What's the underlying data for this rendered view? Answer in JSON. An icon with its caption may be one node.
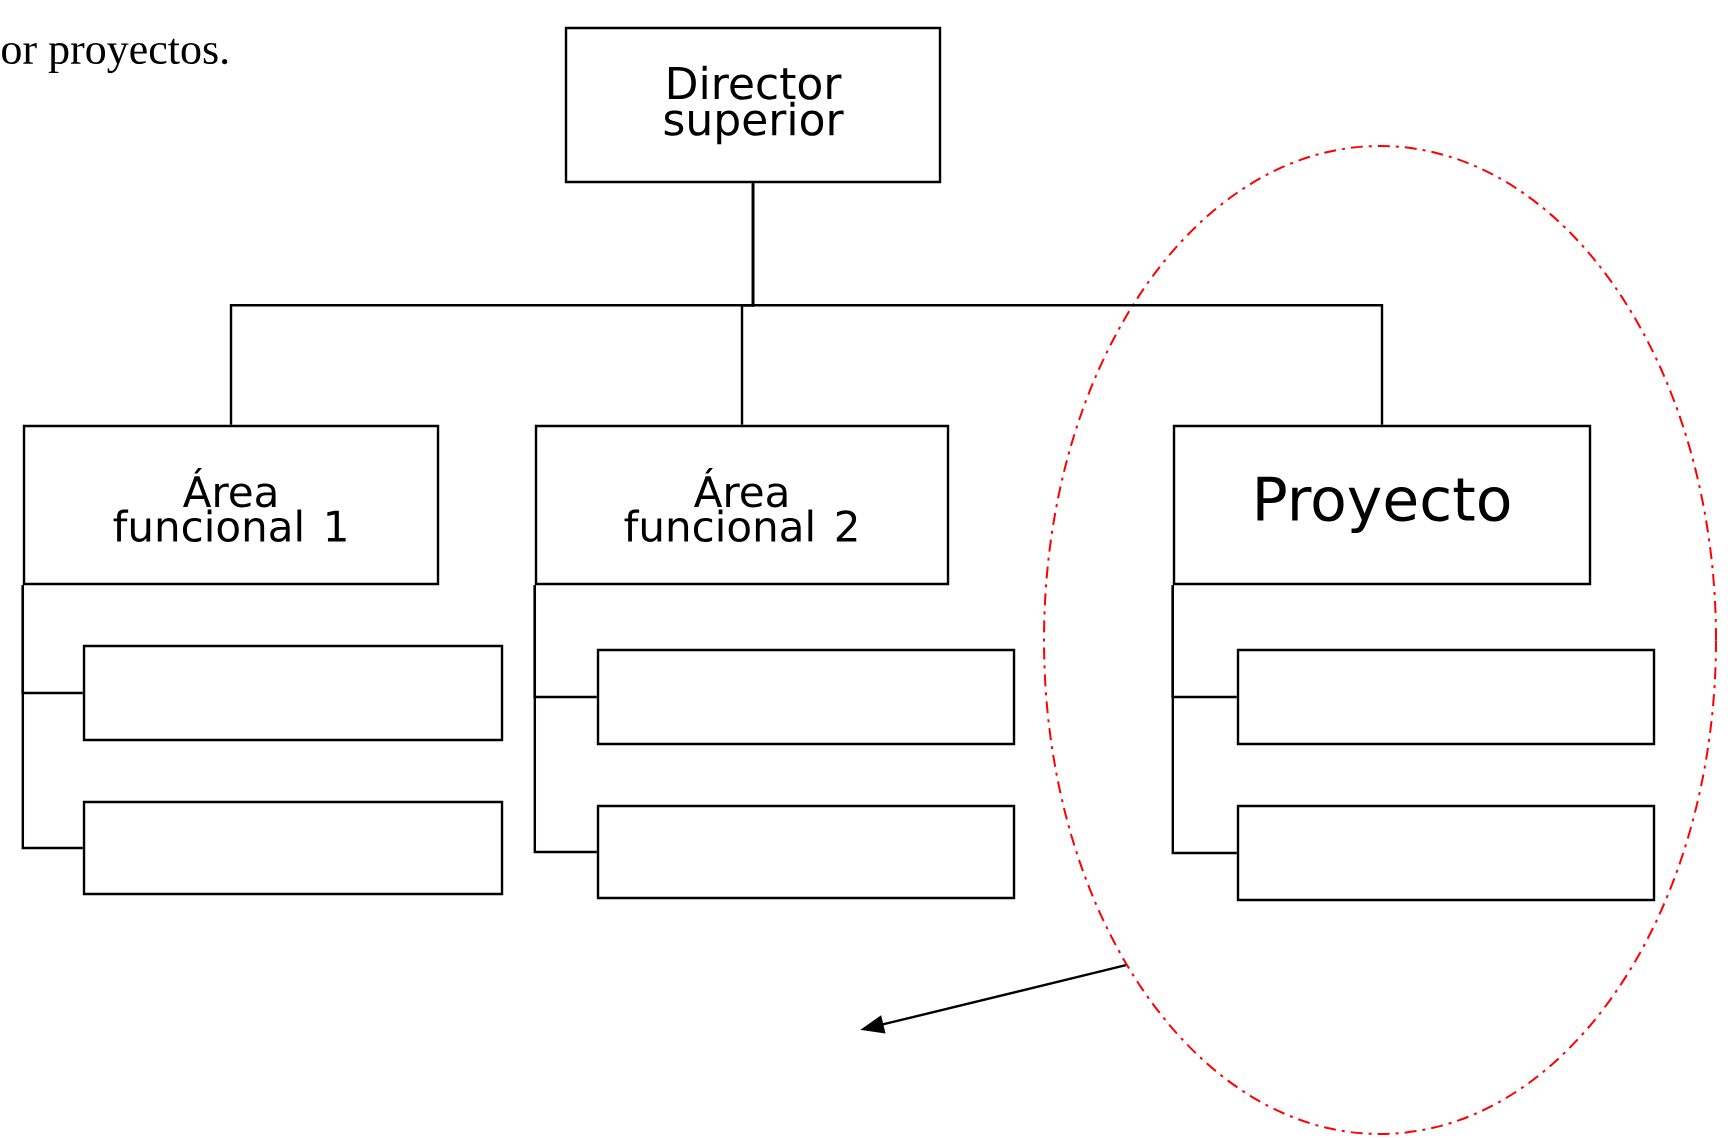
{
  "diagram": {
    "nodes": [
      {
        "text": [
          "Director superior"
        ]
      },
      {
        "text": [
          "Área funcional 1"
        ]
      },
      {
        "text": [
          "Área funcional 2"
        ]
      },
      {
        "text": [],
        "shape": "ellipse"
      },
      {
        "text": [
          "Proyecto"
        ],
        "in": 3
      },
      {
        "text": [],
        "shape": "box"
      },
      {
        "text": [],
        "shape": "box"
      },
      {
        "text": [],
        "shape": "box"
      },
      {
        "text": [],
        "shape": "box"
      },
      {
        "text": [],
        "shape": "box",
        "in": 3
      },
      {
        "text": [],
        "shape": "box",
        "in": 3
      }
    ],
    "edges": [
      {
        "from": 0,
        "to": 1,
        "arrow": "none"
      },
      {
        "from": 0,
        "to": 2,
        "arrow": "none"
      },
      {
        "from": 0,
        "to": 4,
        "arrow": "none"
      },
      {
        "from": 1,
        "to": 5,
        "arrow": "none"
      },
      {
        "from": 1,
        "to": 6,
        "arrow": "none"
      },
      {
        "from": 2,
        "to": 7,
        "arrow": "none"
      },
      {
        "from": 2,
        "to": 8,
        "arrow": "none"
      },
      {
        "from": 4,
        "to": 9,
        "arrow": "none"
      },
      {
        "from": 4,
        "to": 10,
        "arrow": "none"
      },
      {
        "from": 3,
        "to": null,
        "arrow": "to"
      }
    ],
    "labels": [
      "or proyectos."
    ]
  }
}
